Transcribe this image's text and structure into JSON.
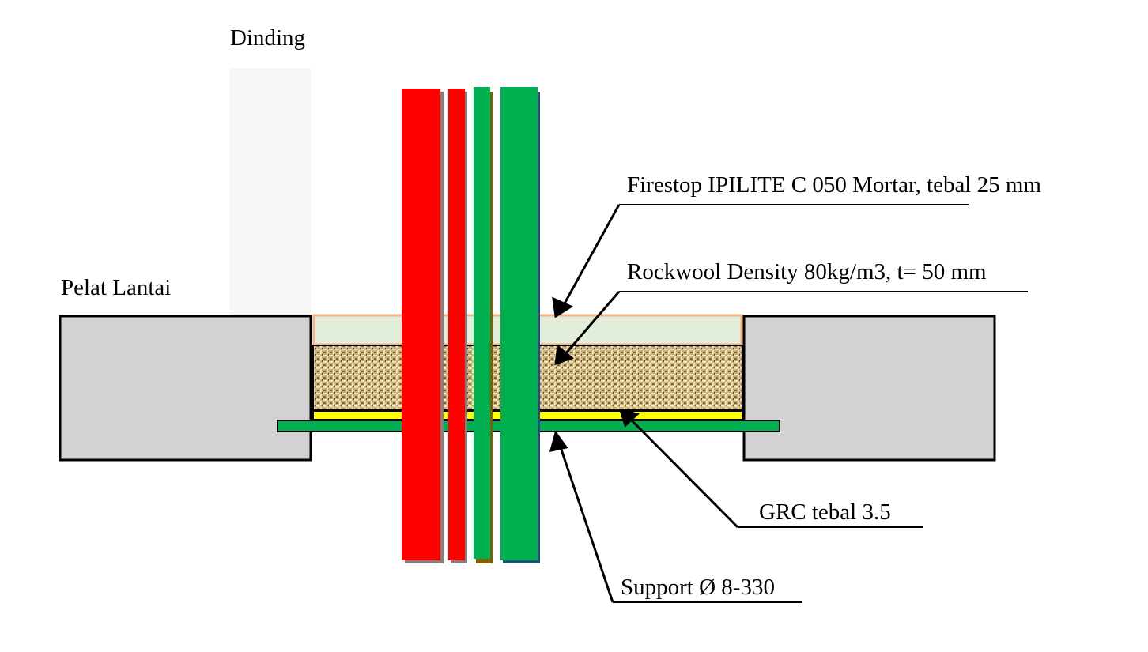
{
  "labels": {
    "wall": "Dinding",
    "slab": "Pelat Lantai",
    "firestop": "Firestop IPILITE C 050 Mortar, tebal 25 mm",
    "rockwool": "Rockwool Density 80kg/m3, t= 50 mm",
    "grc": "GRC tebal 3.5",
    "support": "Support Ø 8-330"
  },
  "colors": {
    "pipe_red": "#ff0000",
    "pipe_green": "#00b050",
    "mortar_fill": "#e2eed9",
    "mortar_border": "#f4b183",
    "grc_yellow": "#ffff00",
    "support_green": "#00b050"
  }
}
